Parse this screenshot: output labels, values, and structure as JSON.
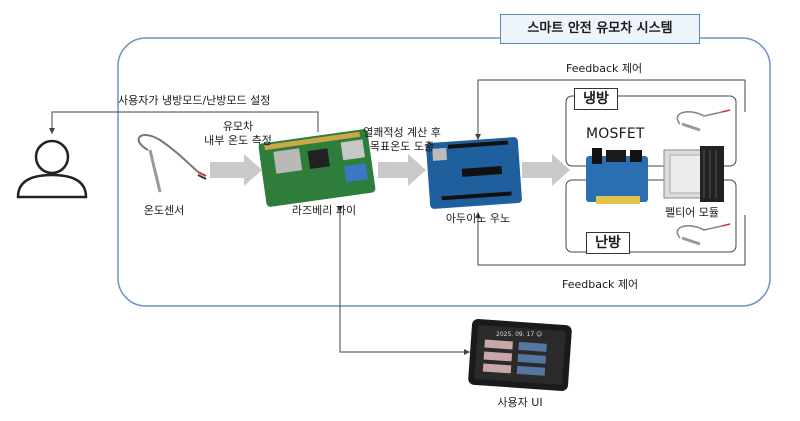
{
  "system_title": "스마트 안전 유모차 시스템",
  "user_mode_label": "사용자가 냉방모드/난방모드 설정",
  "sensor_label": "온도센서",
  "measure_label_line1": "유모차",
  "measure_label_line2": "내부 온도 측정",
  "rpi_label": "라즈베리 파이",
  "calc_label_line1": "열쾌적성 계산 후",
  "calc_label_line2": "목표온도 도출",
  "arduino_label": "아두이노 우노",
  "feedback_top": "Feedback 제어",
  "feedback_bottom": "Feedback 제어",
  "cooling_label": "냉방",
  "heating_label": "난방",
  "mosfet_label": "MOSFET",
  "peltier_label": "펠티어 모듈",
  "ui_label": "사용자 UI",
  "ui_screen_date": "2025. 09. 17 ☺",
  "colors": {
    "frame": "#6f93bf",
    "arrow_fill": "#c9c9c9",
    "line": "#555555",
    "board_green": "#2f7d3a",
    "arduino_blue": "#1f5f9e",
    "mosfet_blue": "#2b6fb3"
  }
}
